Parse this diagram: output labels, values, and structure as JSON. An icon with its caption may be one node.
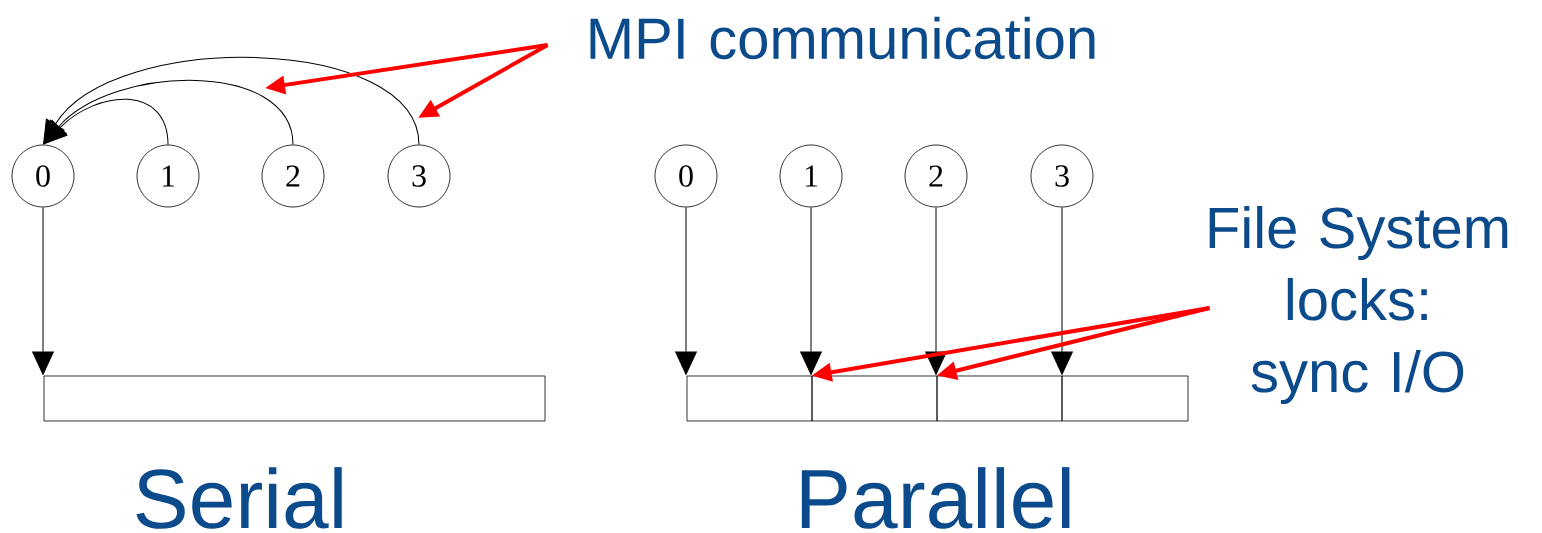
{
  "diagram": {
    "nodes": [
      {
        "text": [
          "0"
        ]
      },
      {
        "text": [
          "1"
        ]
      },
      {
        "text": [
          "2"
        ]
      },
      {
        "text": [
          "3"
        ]
      },
      {
        "text": [],
        "shape": "box"
      },
      {
        "text": [
          "0"
        ]
      },
      {
        "text": [
          "1"
        ]
      },
      {
        "text": [
          "2"
        ]
      },
      {
        "text": [
          "3"
        ]
      },
      {
        "text": [],
        "shape": "box"
      },
      {
        "text": [],
        "shape": "box"
      },
      {
        "text": [],
        "shape": "box"
      },
      {
        "text": [],
        "shape": "box"
      },
      {
        "text": [
          "MPI communication"
        ]
      },
      {
        "text": [
          "File System locks: sync I/O"
        ]
      }
    ],
    "edges": [
      {
        "from": 1,
        "to": 0,
        "arrow": "to"
      },
      {
        "from": 2,
        "to": 0,
        "arrow": "to"
      },
      {
        "from": 3,
        "to": 0,
        "arrow": "to"
      },
      {
        "from": 0,
        "to": 4,
        "arrow": "to"
      },
      {
        "from": 5,
        "to": 9,
        "arrow": "to"
      },
      {
        "from": 6,
        "to": 10,
        "arrow": "to"
      },
      {
        "from": 7,
        "to": 11,
        "arrow": "to"
      },
      {
        "from": 8,
        "to": 12,
        "arrow": "to"
      },
      {
        "from": 13,
        "to": null,
        "arrow": "to",
        "style": "thick",
        "color": "#ff0000"
      },
      {
        "from": 13,
        "to": null,
        "arrow": "to",
        "style": "thick",
        "color": "#ff0000"
      },
      {
        "from": 14,
        "to": 10,
        "arrow": "to",
        "style": "thick",
        "color": "#ff0000"
      },
      {
        "from": 14,
        "to": 11,
        "arrow": "to",
        "style": "thick",
        "color": "#ff0000"
      }
    ],
    "labels": [
      "Serial",
      "Parallel"
    ]
  }
}
